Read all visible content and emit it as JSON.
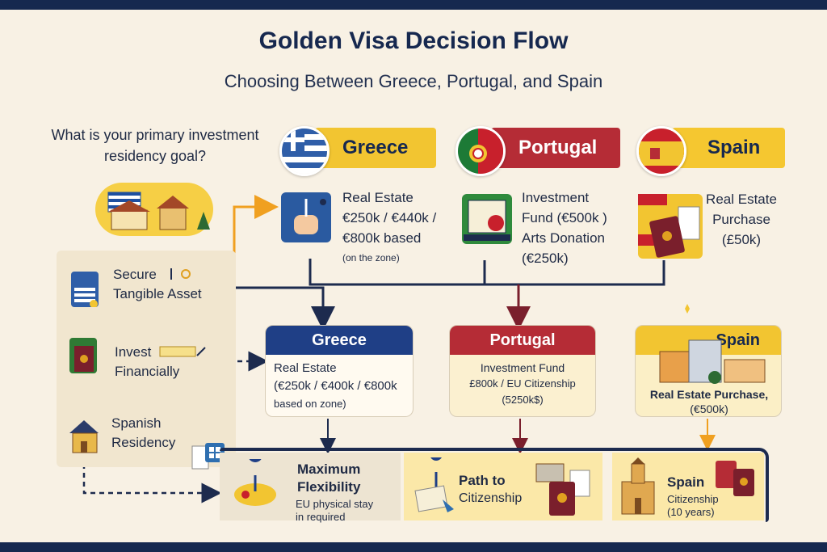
{
  "title": "Golden Visa Decision Flow",
  "subtitle": "Choosing Between Greece, Portugal, and Spain",
  "question": "What is your primary investment residency goal?",
  "options": [
    {
      "label_line1": "Secure",
      "label_line2": "Tangible Asset"
    },
    {
      "label_line1": "Invest",
      "label_line2": "Financially"
    },
    {
      "label_line1": "Spanish",
      "label_line2": "Residency"
    }
  ],
  "countries": {
    "greece": {
      "name": "Greece",
      "detail_lines": [
        "Real Estate",
        "€250k / €440k /",
        "€800k based"
      ],
      "detail_note": "(on the zone)"
    },
    "portugal": {
      "name": "Portugal",
      "detail_lines": [
        "Investment",
        "Fund (€500k )",
        "Arts Donation",
        "(€250k)"
      ]
    },
    "spain": {
      "name": "Spain",
      "detail_lines": [
        "Real Estate",
        "Purchase",
        "(£50k)"
      ]
    }
  },
  "mid_boxes": {
    "greece": {
      "title": "Greece",
      "lines": [
        "Real Estate",
        "(€250k / €400k / €800k"
      ],
      "note": "based on zone)"
    },
    "portugal": {
      "title": "Portugal",
      "lines": [
        "Investment Fund",
        "£800k / EU Citizenship",
        "(5250k$)"
      ]
    },
    "spain": {
      "title": "Spain",
      "lines": [
        "Real Estate Purchase,",
        "(€500k)"
      ]
    }
  },
  "outcomes": {
    "flexibility": {
      "title_line1": "Maximum",
      "title_line2": "Flexibility",
      "sub_line1": "EU physical stay",
      "sub_line2": "in required"
    },
    "citizenship": {
      "title_line1": "Path to",
      "title_line2": "Citizenship"
    },
    "spain": {
      "title_line1": "Spain",
      "sub_line1": "Citizenship",
      "sub_line2": "(10 years)"
    }
  },
  "colors": {
    "navy": "#16284f",
    "gold": "#f2c531",
    "red": "#b52c36",
    "orange_arrow": "#f0a020",
    "maroon_arrow": "#7a1f2c"
  },
  "icons": {
    "greece_detail": "handshake-icon",
    "portugal_detail": "certificate-icon",
    "spain_detail": "passport-icon"
  }
}
